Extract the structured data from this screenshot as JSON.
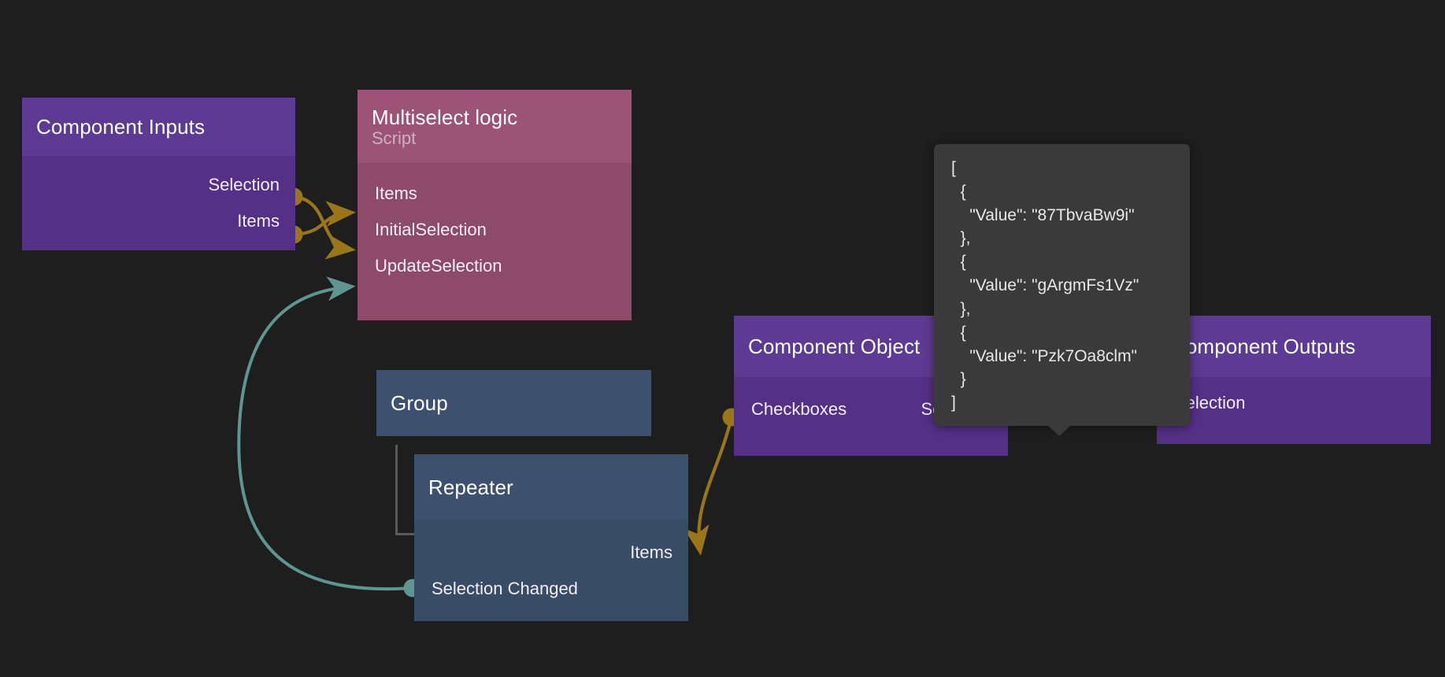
{
  "canvas": {
    "background": "#1e1e1e",
    "wire_color_data": "#9a7618",
    "wire_color_event": "#5e9691",
    "bracket_color": "#5a5a5a"
  },
  "nodes": {
    "component_inputs": {
      "title": "Component Inputs",
      "kind": "purple",
      "ports_out": [
        "Selection",
        "Items"
      ]
    },
    "multiselect_logic": {
      "title": "Multiselect logic",
      "subtitle": "Script",
      "kind": "magenta",
      "ports_in": [
        "Items",
        "InitialSelection",
        "UpdateSelection"
      ]
    },
    "group": {
      "title": "Group",
      "kind": "blue"
    },
    "repeater": {
      "title": "Repeater",
      "kind": "blue",
      "port_out_items": "Items",
      "port_out_selection_changed": "Selection Changed"
    },
    "component_object": {
      "title": "Component Object",
      "kind": "purple",
      "port_in": "Checkboxes",
      "port_out": "Selection"
    },
    "component_outputs": {
      "title": "Component Outputs",
      "kind": "purple",
      "port_in": "Selection"
    }
  },
  "tooltip": {
    "json_text": "[\n  {\n    \"Value\": \"87TbvaBw9i\"\n  },\n  {\n    \"Value\": \"gArgmFs1Vz\"\n  },\n  {\n    \"Value\": \"Pzk7Oa8clm\"\n  }\n]",
    "values": [
      "87TbvaBw9i",
      "gArgmFs1Vz",
      "Pzk7Oa8clm"
    ],
    "key_name": "Value"
  }
}
